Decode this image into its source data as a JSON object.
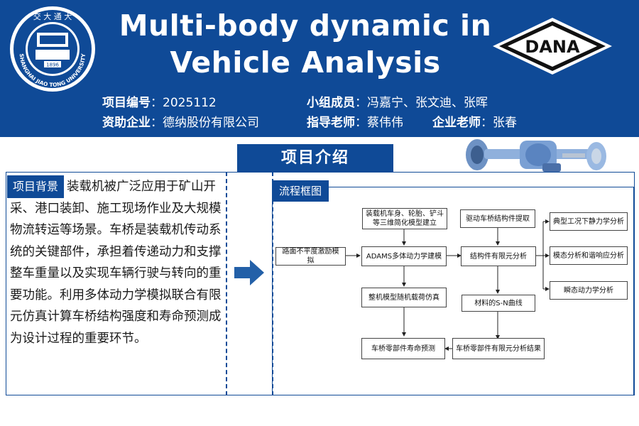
{
  "header": {
    "title_line1": "Multi-body dynamic in",
    "title_line2": "Vehicle Analysis",
    "university_logo": {
      "icon": "sjtu-seal-icon",
      "text_top": "交 大 通 大",
      "text_ring": "SHANGHAI JIAO TONG UNIVERSITY",
      "year": "1896"
    },
    "company_logo": {
      "icon": "dana-diamond-logo",
      "text": "DANA"
    },
    "project_no_label": "项目编号",
    "project_no": "2025112",
    "members_label": "小组成员",
    "members": "冯嘉宁、张文迪、张晖",
    "sponsor_label": "资助企业",
    "sponsor": "德纳股份有限公司",
    "advisor_label": "指导老师",
    "advisor": "蔡伟伟",
    "company_advisor_label": "企业老师",
    "company_advisor": "张春",
    "colon": "："
  },
  "section_title": "项目介绍",
  "axle_image": {
    "icon": "vehicle-axle-icon"
  },
  "background": {
    "tag": "项目背景",
    "text": "装载机被广泛应用于矿山开采、港口装卸、施工现场作业及大规模物流转运等场景。车桥是装载机传动系统的关键部件，承担着传递动力和支撑整车重量以及实现车辆行驶与转向的重要功能。利用多体动力学模拟联合有限元仿真计算车桥结构强度和寿命预测成为设计过程的重要环节。"
  },
  "flow": {
    "tag": "流程框图",
    "boxes": {
      "model_build": "装载机车身、轮胎、铲斗等三维简化模型建立",
      "road_input": "路面不平度激励模拟",
      "adams": "ADAMS多体动力学建模",
      "random_load": "整机模型随机载荷仿真",
      "life_pred": "车桥零部件寿命预测",
      "extract": "驱动车桥结构件提取",
      "fea": "结构件有限元分析",
      "sn_curve": "材料的S-N曲线",
      "fea_result": "车桥零部件有限元分析结果",
      "static": "典型工况下静力学分析",
      "modal": "模态分析和谐响应分析",
      "transient": "瞬态动力学分析"
    }
  },
  "colors": {
    "brand_blue": "#0f4a97",
    "white": "#ffffff"
  }
}
